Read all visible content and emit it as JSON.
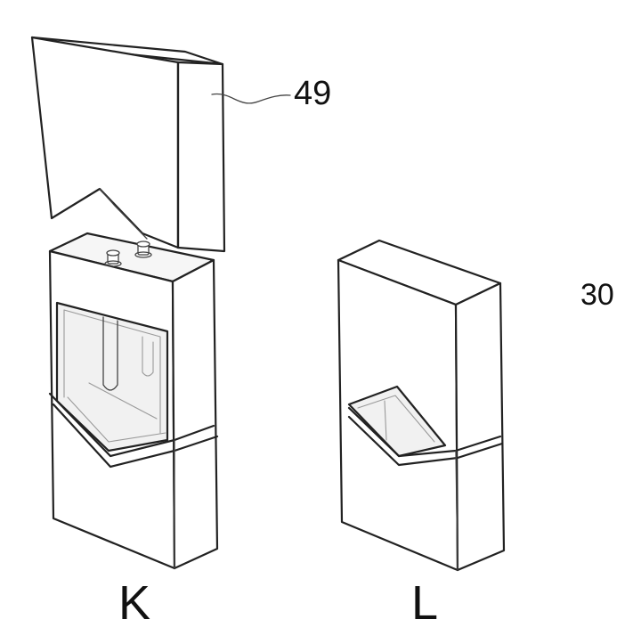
{
  "labels": {
    "ref_49": "49",
    "ref_30": "30",
    "figure_k": "K",
    "figure_l": "L"
  },
  "colors": {
    "line": "#222222",
    "background": "#ffffff"
  }
}
